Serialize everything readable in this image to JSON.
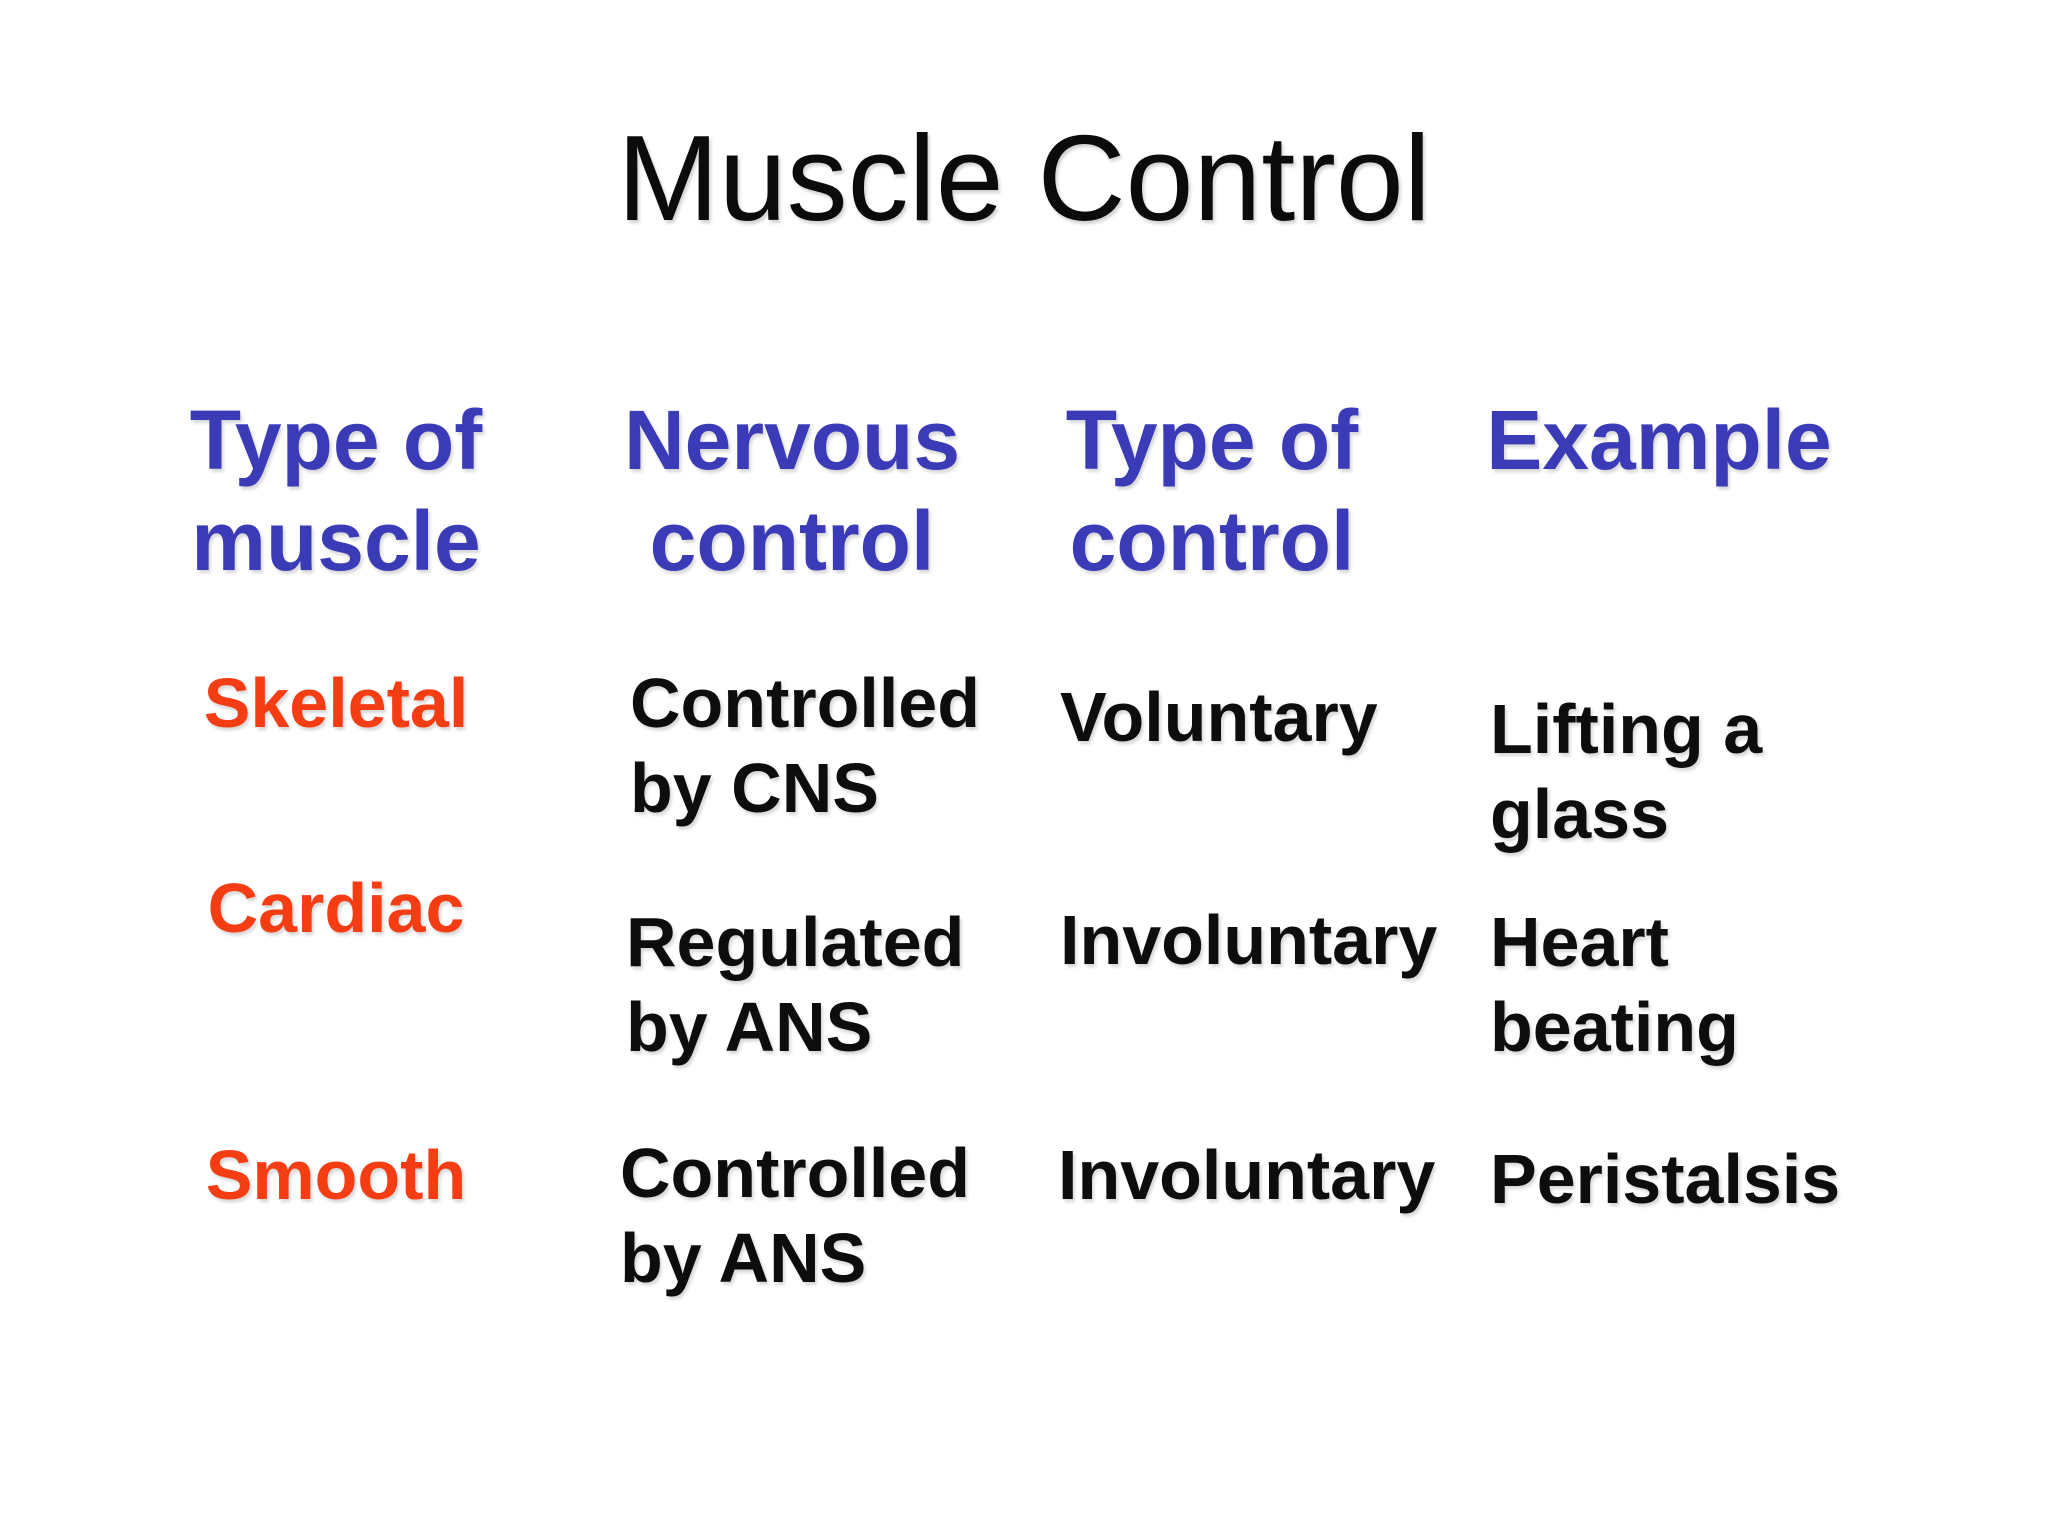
{
  "slide": {
    "title": "Muscle Control",
    "colors": {
      "background": "#ffffff",
      "title_text": "#0b0b0b",
      "header_text": "#3b3bb8",
      "row_label_text": "#f53d14",
      "body_text": "#0d0d0d"
    }
  },
  "table": {
    "headers": {
      "col1": {
        "line1": "Type of",
        "line2": "muscle"
      },
      "col2": {
        "line1": "Nervous",
        "line2": "control"
      },
      "col3": {
        "line1": "Type of",
        "line2": "control"
      },
      "col4": {
        "line1": "Example"
      }
    },
    "rows": [
      {
        "label": "Skeletal",
        "nervous_line1": "Controlled",
        "nervous_line2": "by CNS",
        "control": "Voluntary",
        "example_line1": "Lifting a",
        "example_line2": "glass"
      },
      {
        "label": "Cardiac",
        "nervous_line1": "Regulated",
        "nervous_line2": "by ANS",
        "control": "Involuntary",
        "example_line1": "Heart",
        "example_line2": "beating"
      },
      {
        "label": "Smooth",
        "nervous_line1": "Controlled",
        "nervous_line2": "by ANS",
        "control": "Involuntary",
        "example_line1": "Peristalsis"
      }
    ]
  }
}
